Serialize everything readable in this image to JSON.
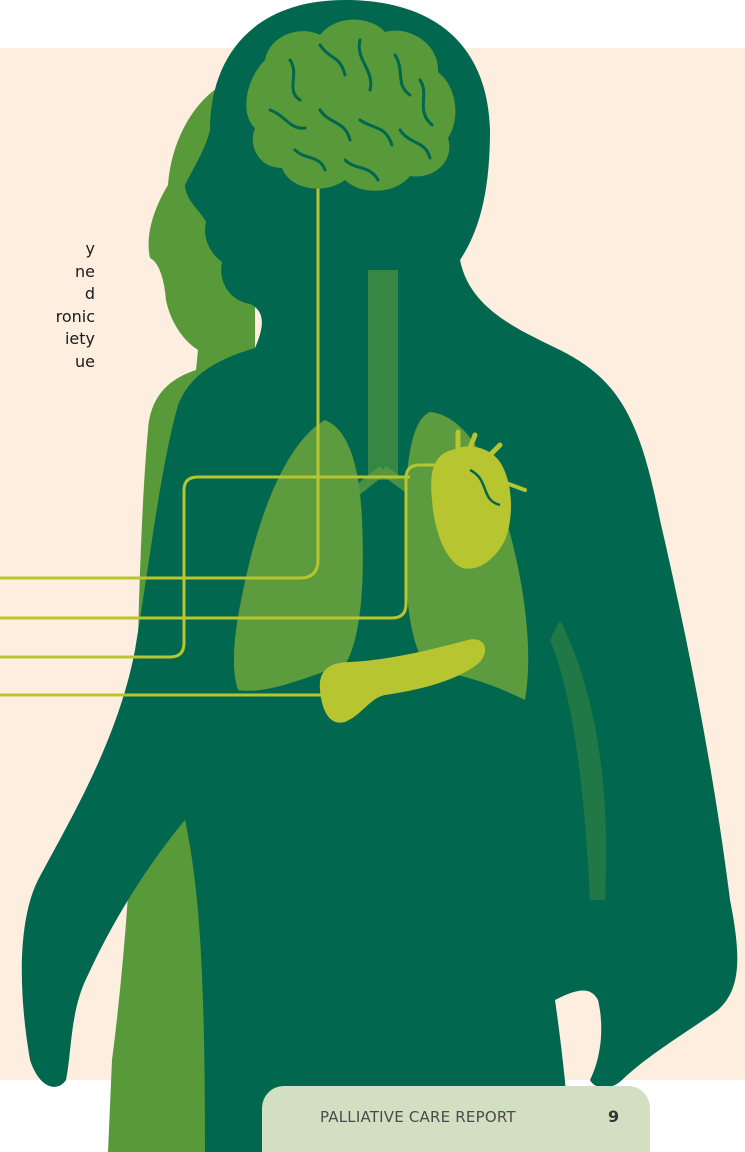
{
  "body_text_fragment": [
    "y",
    "ne",
    "d",
    "ronic",
    "iety",
    "ue"
  ],
  "footer": {
    "title": "PALLIATIVE CARE REPORT",
    "page_number": "9"
  },
  "illustration": {
    "figure_back_color": "#58993a",
    "figure_front_color": "#02674f",
    "organ_color": "#b6c530",
    "lung_color": "#5c9b3e",
    "connector_color": "#b6c530",
    "panel_color": "#fdeee0",
    "footer_tab_color": "#d3dfc3"
  }
}
